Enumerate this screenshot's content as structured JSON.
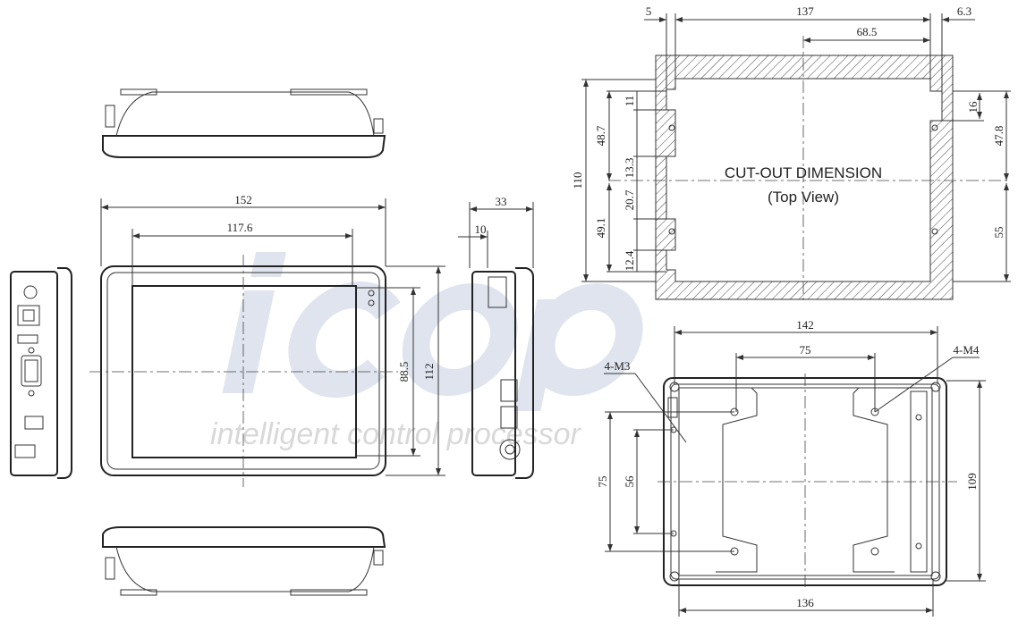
{
  "watermark": {
    "logo": "icop",
    "tagline": "intelligent control processor"
  },
  "front_view": {
    "width": "152",
    "screen_width": "117.6",
    "screen_height": "88.5",
    "height": "112"
  },
  "side_view": {
    "depth": "33",
    "bezel": "10"
  },
  "cutout": {
    "title": "CUT-OUT DIMENSION",
    "subtitle": "(Top View)",
    "top_dims": [
      "5",
      "137",
      "6.3"
    ],
    "half_width": "68.5",
    "height": "110",
    "left_dims": [
      "48.7",
      "49.1",
      "11",
      "13.3",
      "20.7",
      "12.4"
    ],
    "right_dims": [
      "16",
      "47.8",
      "55"
    ]
  },
  "back_view": {
    "width": "142",
    "m4_spacing": "75",
    "m3_label": "4-M3",
    "m4_label": "4-M4",
    "m3_spacing": "75",
    "inner_spacing": "56",
    "height": "109",
    "bottom_width": "136"
  }
}
